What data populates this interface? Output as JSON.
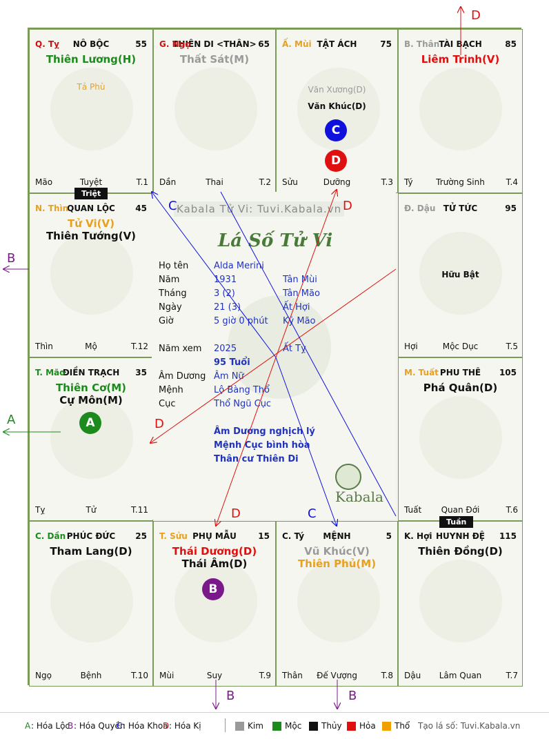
{
  "palaces": [
    {
      "branch": "Q. Tỵ",
      "branch_color": "#d01010",
      "name": "NÔ BỘC",
      "age": "55",
      "stars": [
        {
          "t": "Thiên Lương(H)",
          "c": "#1c8a1c",
          "big": true
        }
      ],
      "minor": [
        {
          "t": "Tả Phù",
          "c": "#e8a020"
        }
      ],
      "bl": "Mão",
      "bm": "Tuyệt",
      "br": "T.1"
    },
    {
      "branch": "G. Ngọ",
      "branch_color": "#d01010",
      "name": "THIÊN DI <THÂN>",
      "age": "65",
      "stars": [
        {
          "t": "Thất Sát(M)",
          "c": "#9a9a9a",
          "big": true
        }
      ],
      "minor": [],
      "bl": "Dần",
      "bm": "Thai",
      "br": "T.2"
    },
    {
      "branch": "Ấ. Mùi",
      "branch_color": "#e8a020",
      "name": "TẬT ÁCH",
      "age": "75",
      "stars": [],
      "minor": [
        {
          "t": "Văn Xương(D)",
          "c": "#9a9a9a"
        },
        {
          "t": "Văn Khúc(D)",
          "c": "#111111",
          "bold": true
        }
      ],
      "bl": "Sửu",
      "bm": "Dưỡng",
      "br": "T.3"
    },
    {
      "branch": "B. Thân",
      "branch_color": "#9a9a9a",
      "name": "TÀI BẠCH",
      "age": "85",
      "stars": [
        {
          "t": "Liêm Trinh(V)",
          "c": "#e01010",
          "big": true
        }
      ],
      "minor": [],
      "bl": "Tý",
      "bm": "Trường Sinh",
      "br": "T.4"
    },
    {
      "branch": "Đ. Dậu",
      "branch_color": "#9a9a9a",
      "name": "TỬ TỨC",
      "age": "95",
      "stars": [],
      "minor": [
        {
          "t": "Hữu Bật",
          "c": "#111111",
          "bold": true
        }
      ],
      "bl": "Hợi",
      "bm": "Mộc Dục",
      "br": "T.5"
    },
    {
      "branch": "M. Tuất",
      "branch_color": "#e8a020",
      "name": "PHU THÊ",
      "age": "105",
      "stars": [
        {
          "t": "Phá Quân(D)",
          "c": "#111111",
          "big": true
        }
      ],
      "minor": [],
      "bl": "Tuất",
      "bm": "Quan Đới",
      "br": "T.6"
    },
    {
      "branch": "K. Hợi",
      "branch_color": "#111111",
      "name": "HUYNH ĐỆ",
      "age": "115",
      "stars": [
        {
          "t": "Thiên Đồng(D)",
          "c": "#111111",
          "big": true
        }
      ],
      "minor": [],
      "bl": "Dậu",
      "bm": "Lâm Quan",
      "br": "T.7"
    },
    {
      "branch": "C. Tý",
      "branch_color": "#111111",
      "name": "MỆNH",
      "age": "5",
      "stars": [
        {
          "t": "Vũ Khúc(V)",
          "c": "#9a9a9a",
          "big": true
        },
        {
          "t": "Thiên Phủ(M)",
          "c": "#e8a020",
          "big": true
        }
      ],
      "minor": [],
      "bl": "Thân",
      "bm": "Đế Vượng",
      "br": "T.8"
    },
    {
      "branch": "T. Sửu",
      "branch_color": "#e8a020",
      "name": "PHỤ MẪU",
      "age": "15",
      "stars": [
        {
          "t": "Thái Dương(D)",
          "c": "#e01010",
          "big": true
        },
        {
          "t": "Thái Âm(D)",
          "c": "#111111",
          "big": true
        }
      ],
      "minor": [],
      "bl": "Mùi",
      "bm": "Suy",
      "br": "T.9"
    },
    {
      "branch": "C. Dần",
      "branch_color": "#1c8a1c",
      "name": "PHÚC ĐỨC",
      "age": "25",
      "stars": [
        {
          "t": "Tham Lang(D)",
          "c": "#111111",
          "big": true
        }
      ],
      "minor": [],
      "bl": "Ngọ",
      "bm": "Bệnh",
      "br": "T.10"
    },
    {
      "branch": "T. Mão",
      "branch_color": "#1c8a1c",
      "name": "ĐIỀN TRẠCH",
      "age": "35",
      "stars": [
        {
          "t": "Thiên Cơ(M)",
          "c": "#1c8a1c",
          "big": true
        },
        {
          "t": "Cự Môn(M)",
          "c": "#111111",
          "big": true
        }
      ],
      "minor": [],
      "bl": "Tỵ",
      "bm": "Tử",
      "br": "T.11"
    },
    {
      "branch": "N. Thìn",
      "branch_color": "#e8a020",
      "name": "QUAN LỘC",
      "age": "45",
      "stars": [
        {
          "t": "Tử Vi(V)",
          "c": "#e8a020",
          "big": true
        },
        {
          "t": "Thiên Tướng(V)",
          "c": "#111111",
          "big": true
        }
      ],
      "minor": [],
      "bl": "Thìn",
      "bm": "Mộ",
      "br": "T.12"
    }
  ],
  "tags": {
    "triet": "Triệt",
    "tuan": "Tuần"
  },
  "badges": [
    {
      "letter": "A",
      "color": "#1c8a1c"
    },
    {
      "letter": "B",
      "color": "#7a1a8a"
    },
    {
      "letter": "C",
      "color": "#1010dd"
    },
    {
      "letter": "D",
      "color": "#e01010"
    }
  ],
  "center": {
    "watermark": "Kabala Tử Vi: Tuvi.Kabala.vn",
    "title": "Lá Số Tử Vi",
    "title_color": "#4a7a3a",
    "rows": [
      {
        "l": "Họ tên",
        "v1": "Alda Merini",
        "v2": ""
      },
      {
        "l": "Năm",
        "v1": "1931",
        "v2": "Tân Mùi"
      },
      {
        "l": "Tháng",
        "v1": "3  (2)",
        "v2": "Tân Mão"
      },
      {
        "l": "Ngày",
        "v1": "21  (3)",
        "v2": "Ất Hợi"
      },
      {
        "l": "Giờ",
        "v1": "5 giờ 0 phút",
        "v2": "Kỷ Mão"
      }
    ],
    "year_view": {
      "l": "Năm xem",
      "v1": "2025",
      "v2": "Ất Tỵ"
    },
    "age_label": "95 Tuổi",
    "rows2": [
      {
        "l": "Âm Dương",
        "v1": "Âm Nữ"
      },
      {
        "l": "Mệnh",
        "v1": "Lộ Bàng Thổ"
      },
      {
        "l": "Cục",
        "v1": "Thổ Ngũ Cục"
      }
    ],
    "notes": [
      "Âm Dương nghịch lý",
      "Mệnh Cục bình hòa",
      "Thân cư Thiên Di"
    ],
    "logo_text": "Kabala"
  },
  "arrow_labels": [
    "A",
    "B",
    "C",
    "D"
  ],
  "legend": {
    "items": [
      {
        "k": "A",
        "t": ": Hóa Lộc",
        "c": "#1c8a1c"
      },
      {
        "k": "B",
        "t": ": Hóa Quyền",
        "c": "#7a1a8a"
      },
      {
        "k": "C",
        "t": ": Hóa Khoa",
        "c": "#1010dd"
      },
      {
        "k": "D",
        "t": ": Hóa Kị",
        "c": "#e01010"
      }
    ],
    "elements": [
      {
        "t": "Kim",
        "c": "#9a9a9a"
      },
      {
        "t": "Mộc",
        "c": "#1c8a1c"
      },
      {
        "t": "Thủy",
        "c": "#111111"
      },
      {
        "t": "Hỏa",
        "c": "#e01010"
      },
      {
        "t": "Thổ",
        "c": "#f0a000"
      }
    ],
    "site": "Tạo lá số: Tuvi.Kabala.vn"
  }
}
